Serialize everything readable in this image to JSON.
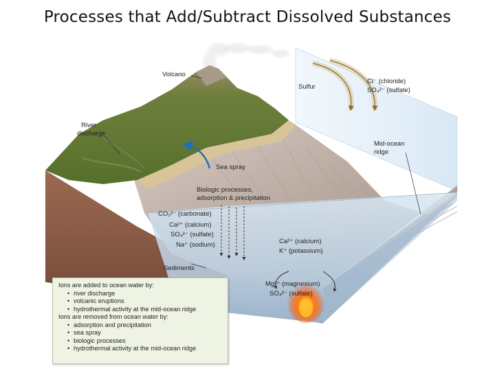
{
  "title": "Processes that Add/Subtract Dissolved Substances",
  "labels": {
    "volcano": "Volcano",
    "sulfur": "Sulfur",
    "chloride": "Cl⁻ (chloride)",
    "sulfate_top": "SO₄²⁻ (sulfate)",
    "river_line1": "River",
    "river_line2": "discharge",
    "ridge_line1": "Mid-ocean",
    "ridge_line2": "ridge",
    "sea_spray": "Sea spray",
    "bio_line1": "Biologic processes,",
    "bio_line2": "adsorption & precipitation",
    "carbonate": "CO₃²⁻ (carbonate)",
    "calcium_left": "Ca²⁺ (calcium)",
    "sulfate_left": "SO₄²⁻ (sulfate)",
    "sodium": "Na⁺ (sodium)",
    "sediments": "Sediments",
    "calcium_right": "Ca²⁺ (calcium)",
    "potassium": "K⁺ (potassium)",
    "magnesium": "Mg²⁺ (magnesium)",
    "sulfate_vent": "SO₄²⁻ (sulfate)"
  },
  "legend": {
    "added_heading": "Ions are added to ocean water by:",
    "added": [
      "river discharge",
      "volcanic eruptions",
      "hydrothermal activity at the mid-ocean ridge"
    ],
    "removed_heading": "Ions are removed from ocean water by:",
    "removed": [
      "adsorption and precipitation",
      "sea spray",
      "biologic processes",
      "hydrothermal activity at the mid-ocean ridge"
    ]
  },
  "colors": {
    "water": "#bcd3e6",
    "land_green": "#6e8a3c",
    "beach": "#d9c49a",
    "sediment": "#8a5a45",
    "seafloor": "#b7aaa2",
    "vent": "#ff5a00",
    "spray_arrow": "#1f6fb8"
  }
}
